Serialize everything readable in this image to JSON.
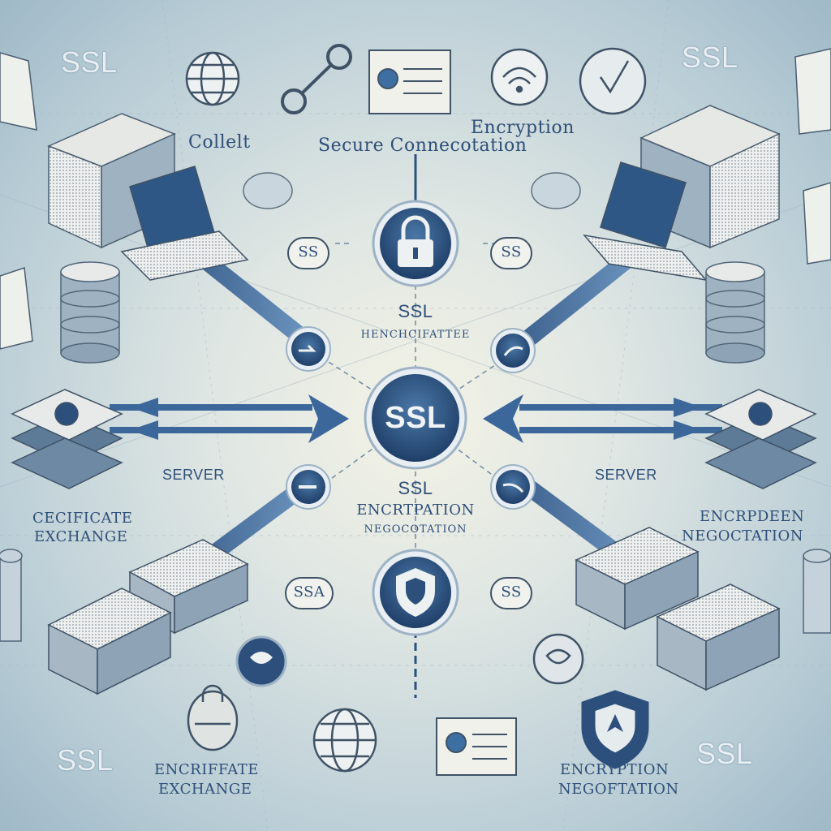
{
  "labels": {
    "ssl_top_left": "SSL",
    "ssl_top_right": "SSL",
    "ssl_bottom_left": "SSL",
    "ssl_bottom_right": "SSL",
    "client": "Collelt",
    "encryption_top": "Encryption",
    "secure_connection": "Secure Connecotation",
    "center_ssl_upper": "SSL",
    "center_subtitle_upper": "HENCHCIFATTEE",
    "center_badge": "SSL",
    "server_left": "SERVER",
    "server_right": "SERVER",
    "center_ssl_lower": "SSL",
    "center_lower_line1": "ENCRTPATION",
    "center_lower_line2": "NEGOCOTATION",
    "cert_exchange_left_line1": "CECIFICATE",
    "cert_exchange_left_line2": "EXCHANGE",
    "encr_negotiation_right_line1": "ENCRPDEEN",
    "encr_negotiation_right_line2": "NEGOCTATION",
    "bottom_left_line1": "ENCRIFFATE",
    "bottom_left_line2": "EXCHANGE",
    "bottom_right_line1": "ENCRYPTION",
    "bottom_right_line2": "NEGOFTATION",
    "pill_left_upper": "SS",
    "pill_right_upper": "SS",
    "pill_left_lower": "SSA",
    "pill_right_lower": "SS"
  },
  "colors": {
    "navy": "#2c4f7c",
    "accent_blue": "#3e6fa3",
    "light_ring": "#e8eef2",
    "server_body": "#f0f1f0",
    "server_side": "#8ea3b5"
  }
}
